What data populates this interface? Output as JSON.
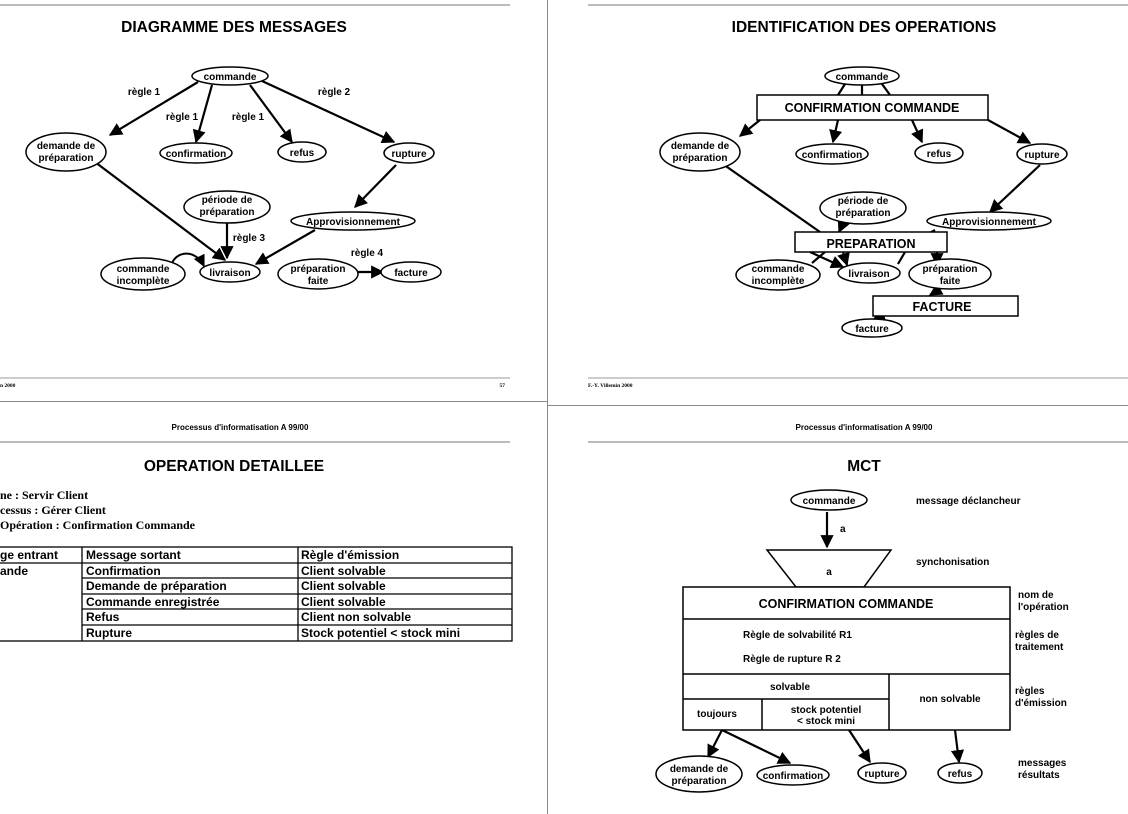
{
  "slide_tl": {
    "title": "DIAGRAMME DES MESSAGES",
    "footer_left": "n 2000",
    "footer_right": "57",
    "nodes": {
      "commande": "commande",
      "demande1": "demande de",
      "demande2": "préparation",
      "confirmation": "confirmation",
      "refus": "refus",
      "rupture": "rupture",
      "periode1": "période de",
      "periode2": "préparation",
      "appro": "Approvisionnement",
      "incomplete1": "commande",
      "incomplete2": "incomplète",
      "livraison": "livraison",
      "prepfaite1": "préparation",
      "prepfaite2": "faite",
      "facture": "facture"
    },
    "rules": {
      "r1a": "règle 1",
      "r1b": "règle 1",
      "r1c": "règle 1",
      "r2": "règle 2",
      "r3": "règle 3",
      "r4": "règle 4"
    }
  },
  "slide_tr": {
    "title": "IDENTIFICATION DES OPERATIONS",
    "footer_left": "F.-Y. Villemin 2000",
    "ops": {
      "confirmation": "CONFIRMATION COMMANDE",
      "preparation": "PREPARATION",
      "facture": "FACTURE"
    },
    "nodes": {
      "commande": "commande",
      "demande1": "demande de",
      "demande2": "préparation",
      "confirmation": "confirmation",
      "refus": "refus",
      "rupture": "rupture",
      "periode1": "période de",
      "periode2": "préparation",
      "appro": "Approvisionnement",
      "incomplete1": "commande",
      "incomplete2": "incomplète",
      "livraison": "livraison",
      "prepfaite1": "préparation",
      "prepfaite2": "faite",
      "facture": "facture"
    }
  },
  "slide_bl": {
    "header": "Processus d'informatisation A 99/00",
    "title": "OPERATION DETAILLEE",
    "lines": [
      "ne : Servir Client",
      "cessus : Gérer Client",
      "Opération : Confirmation Commande"
    ],
    "table": {
      "headers": [
        "ge entrant",
        "Message sortant",
        "Règle d'émission"
      ],
      "rows": [
        [
          "ande",
          "Confirmation",
          "Client solvable"
        ],
        [
          "",
          "Demande de préparation",
          "Client solvable"
        ],
        [
          "",
          "Commande enregistrée",
          "Client solvable"
        ],
        [
          "",
          "Refus",
          "Client non solvable"
        ],
        [
          "",
          "Rupture",
          "Stock potentiel < stock mini"
        ]
      ]
    }
  },
  "slide_br": {
    "header": "Processus d'informatisation A 99/00",
    "title": "MCT",
    "commande": "commande",
    "arrow_label": "a",
    "sync_label": "a",
    "op_name": "CONFIRMATION COMMANDE",
    "rule1": "Règle de solvabilité R1",
    "rule2": "Règle de rupture R 2",
    "solvable": "solvable",
    "non_solvable": "non solvable",
    "toujours": "toujours",
    "stock1": "stock potentiel",
    "stock2": "< stock mini",
    "results": {
      "demande1": "demande de",
      "demande2": "préparation",
      "confirmation": "confirmation",
      "rupture": "rupture",
      "refus": "refus"
    },
    "legend": {
      "declencheur": "message déclancheur",
      "synchro": "synchonisation",
      "nom1": "nom de",
      "nom2": "l'opération",
      "regles1": "règles de",
      "regles2": "traitement",
      "emission1": "règles",
      "emission2": "d'émission",
      "messages1": "messages",
      "messages2": "résultats"
    }
  }
}
